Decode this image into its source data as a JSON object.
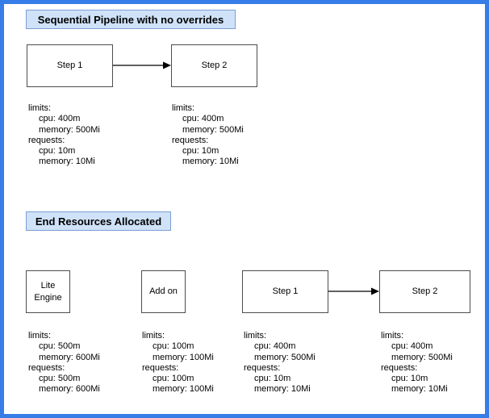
{
  "colors": {
    "frame_border": "#377de8",
    "title_fill": "#cfe2f8",
    "title_border": "#7d9ed3",
    "node_fill": "#ffffff",
    "node_border": "#4d4d4d",
    "arrow": "#000000"
  },
  "section1": {
    "title": "Sequential Pipeline with no overrides",
    "step1_label": "Step 1",
    "step2_label": "Step 2",
    "step1_resources": {
      "limits_label": "limits:",
      "limits_cpu": "cpu: 400m",
      "limits_memory": "memory: 500Mi",
      "requests_label": "requests:",
      "requests_cpu": "cpu: 10m",
      "requests_memory": "memory: 10Mi"
    },
    "step2_resources": {
      "limits_label": "limits:",
      "limits_cpu": "cpu: 400m",
      "limits_memory": "memory: 500Mi",
      "requests_label": "requests:",
      "requests_cpu": "cpu: 10m",
      "requests_memory": "memory: 10Mi"
    }
  },
  "section2": {
    "title": "End Resources Allocated",
    "lite_engine_line1": "Lite",
    "lite_engine_line2": "Engine",
    "addon_label": "Add on",
    "step1_label": "Step 1",
    "step2_label": "Step 2",
    "lite_engine_resources": {
      "limits_label": "limits:",
      "limits_cpu": "cpu: 500m",
      "limits_memory": "memory: 600Mi",
      "requests_label": "requests:",
      "requests_cpu": "cpu: 500m",
      "requests_memory": "memory: 600Mi"
    },
    "addon_resources": {
      "limits_label": "limits:",
      "limits_cpu": "cpu: 100m",
      "limits_memory": "memory: 100Mi",
      "requests_label": "requests:",
      "requests_cpu": "cpu: 100m",
      "requests_memory": "memory: 100Mi"
    },
    "step1_resources": {
      "limits_label": "limits:",
      "limits_cpu": "cpu: 400m",
      "limits_memory": "memory: 500Mi",
      "requests_label": "requests:",
      "requests_cpu": "cpu: 10m",
      "requests_memory": "memory: 10Mi"
    },
    "step2_resources": {
      "limits_label": "limits:",
      "limits_cpu": "cpu: 400m",
      "limits_memory": "memory: 500Mi",
      "requests_label": "requests:",
      "requests_cpu": "cpu: 10m",
      "requests_memory": "memory: 10Mi"
    }
  }
}
